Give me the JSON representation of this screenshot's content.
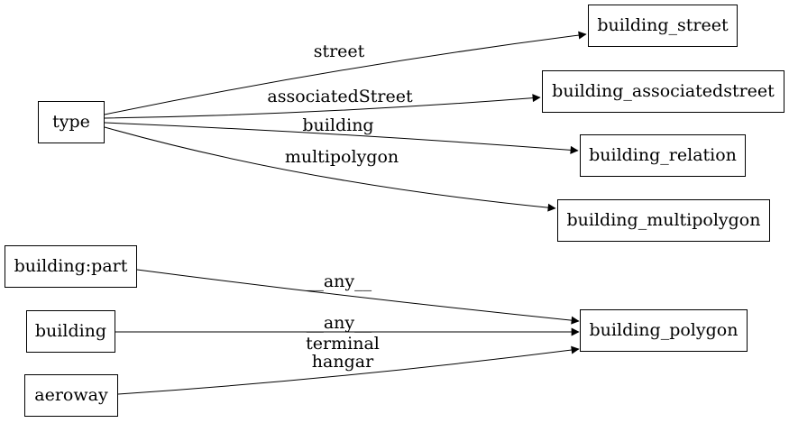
{
  "diagram": {
    "type": "directed-graph",
    "colors": {
      "background": "#ffffff",
      "node_fill": "#ffffff",
      "node_border": "#000000",
      "edge_line": "#000000",
      "text": "#000000"
    },
    "nodes": [
      {
        "id": "type",
        "label": "type"
      },
      {
        "id": "building_street",
        "label": "building_street"
      },
      {
        "id": "building_associatedstreet",
        "label": "building_associatedstreet"
      },
      {
        "id": "building_relation",
        "label": "building_relation"
      },
      {
        "id": "building_multipolygon",
        "label": "building_multipolygon"
      },
      {
        "id": "building-part",
        "label": "building:part"
      },
      {
        "id": "building",
        "label": "building"
      },
      {
        "id": "aeroway",
        "label": "aeroway"
      },
      {
        "id": "building_polygon",
        "label": "building_polygon"
      }
    ],
    "edges": [
      {
        "from": "type",
        "to": "building_street",
        "label": "street"
      },
      {
        "from": "type",
        "to": "building_associatedstreet",
        "label": "associatedStreet"
      },
      {
        "from": "type",
        "to": "building_relation",
        "label": "building"
      },
      {
        "from": "type",
        "to": "building_multipolygon",
        "label": "multipolygon"
      },
      {
        "from": "building:part",
        "to": "building_polygon",
        "label": "__any__"
      },
      {
        "from": "building",
        "to": "building_polygon",
        "label": "__any__"
      },
      {
        "from": "aeroway",
        "to": "building_polygon",
        "label_line1": "terminal",
        "label_line2": "hangar"
      }
    ]
  }
}
